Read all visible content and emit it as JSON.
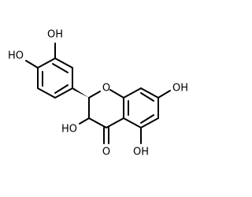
{
  "labels": {
    "oh_catechol_meta": "OH",
    "oh_catechol_para": "HO",
    "oh_position_3": "HO",
    "oh_position_5": "OH",
    "oh_position_7": "OH",
    "ring_oxygen": "O",
    "carbonyl_oxygen": "O"
  },
  "colors": {
    "bond": "#000000",
    "background": "#ffffff"
  }
}
